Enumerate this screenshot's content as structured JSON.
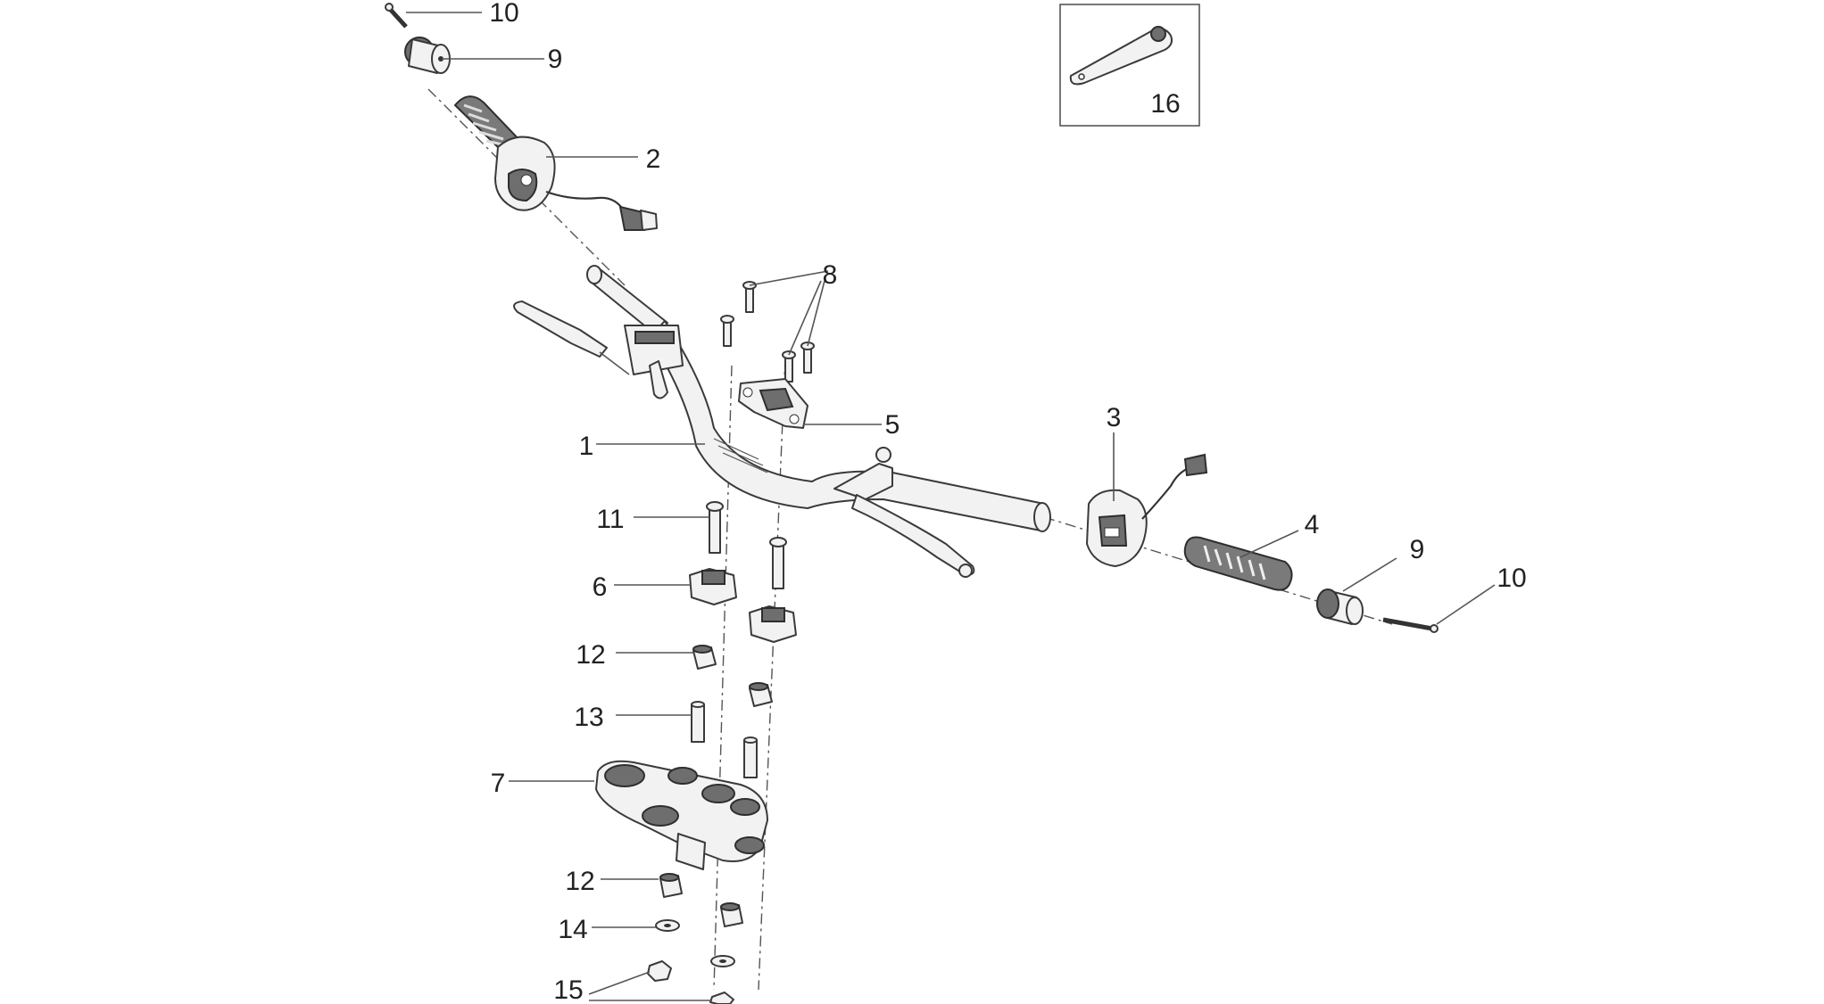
{
  "diagram": {
    "callouts": [
      {
        "id": "c10a",
        "text": "10"
      },
      {
        "id": "c9a",
        "text": "9"
      },
      {
        "id": "c2",
        "text": "2"
      },
      {
        "id": "c16",
        "text": "16"
      },
      {
        "id": "c8",
        "text": "8"
      },
      {
        "id": "c5",
        "text": "5"
      },
      {
        "id": "c1",
        "text": "1"
      },
      {
        "id": "c3",
        "text": "3"
      },
      {
        "id": "c4",
        "text": "4"
      },
      {
        "id": "c9b",
        "text": "9"
      },
      {
        "id": "c10b",
        "text": "10"
      },
      {
        "id": "c11",
        "text": "11"
      },
      {
        "id": "c6",
        "text": "6"
      },
      {
        "id": "c12a",
        "text": "12"
      },
      {
        "id": "c13",
        "text": "13"
      },
      {
        "id": "c7",
        "text": "7"
      },
      {
        "id": "c12b",
        "text": "12"
      },
      {
        "id": "c14",
        "text": "14"
      },
      {
        "id": "c15",
        "text": "15"
      }
    ]
  }
}
